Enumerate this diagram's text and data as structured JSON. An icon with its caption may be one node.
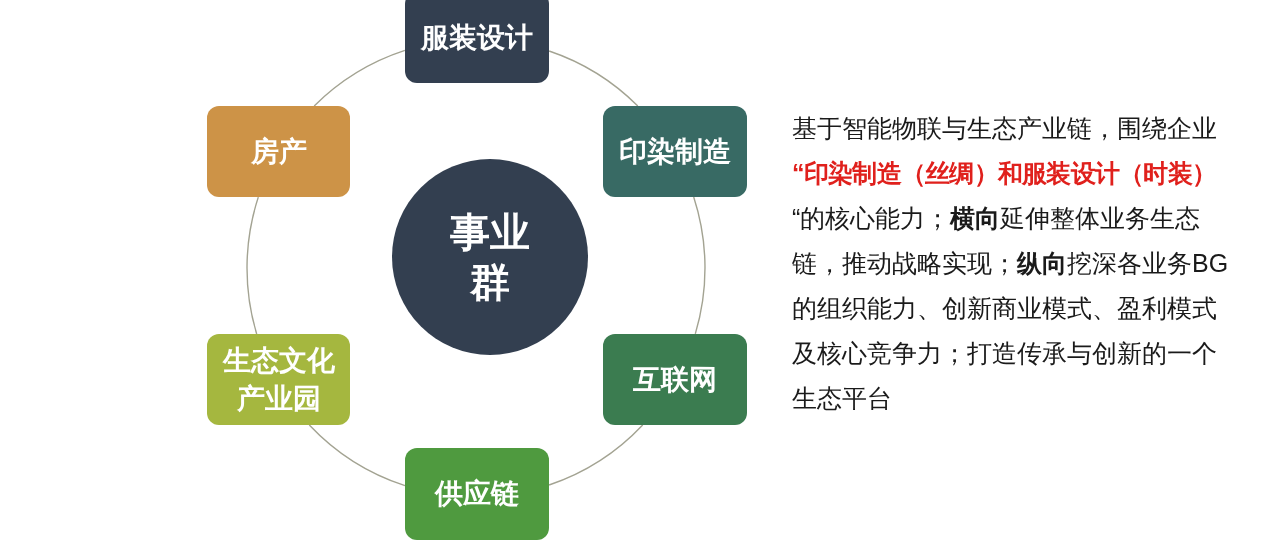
{
  "diagram": {
    "nodes": [
      {
        "text": [
          "服装设计"
        ]
      },
      {
        "text": [
          "房产"
        ]
      },
      {
        "text": [
          "印染制造"
        ]
      },
      {
        "text": [
          "事业群"
        ]
      },
      {
        "text": [
          "生态文化产业园"
        ]
      },
      {
        "text": [
          "互联网"
        ]
      },
      {
        "text": [
          "供应链"
        ]
      }
    ],
    "edges": [
      {
        "from": 0,
        "to": 2,
        "arrow": "none"
      },
      {
        "from": 2,
        "to": 5,
        "arrow": "none"
      },
      {
        "from": 5,
        "to": 6,
        "arrow": "none"
      },
      {
        "from": 6,
        "to": 4,
        "arrow": "none"
      },
      {
        "from": 4,
        "to": 1,
        "arrow": "none"
      },
      {
        "from": 1,
        "to": 0,
        "arrow": "none"
      }
    ],
    "labels": [
      "基于智能物联与生态产业链，围绕企业**“印染制造（丝绸）和服装设计（时装）**“的核心能力；**横向**延伸整体业务生态链，推动战略实现；**纵向**挖深各业务BG的组织能力、创新商业模式、盈利模式及核心竞争力；打造传承与创新的一个生态平台"
    ]
  }
}
